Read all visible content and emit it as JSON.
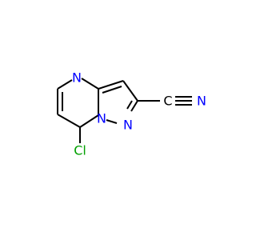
{
  "colors": {
    "bond": "#000000",
    "nitrogen": "#0000ff",
    "chlorine": "#00a000",
    "carbon": "#000000",
    "background": "#ffffff"
  },
  "atoms": {
    "n4": {
      "element": "N",
      "label": "N"
    },
    "n1": {
      "element": "N",
      "label": "N"
    },
    "n8": {
      "element": "N",
      "label": "N"
    },
    "n_nitrile": {
      "element": "N",
      "label": "N"
    },
    "c_nitrile": {
      "element": "C",
      "label": "C"
    },
    "cl": {
      "element": "Cl",
      "label": "Cl"
    }
  }
}
